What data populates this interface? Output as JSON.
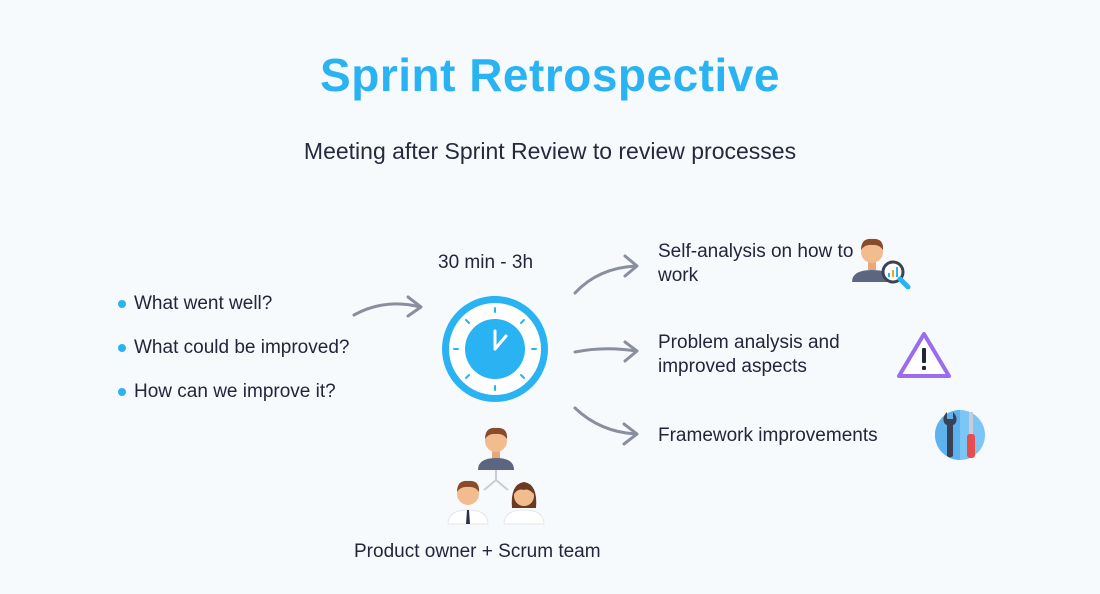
{
  "title": "Sprint Retrospective",
  "subtitle": "Meeting after Sprint Review to review processes",
  "questions": [
    {
      "text": "What went well?"
    },
    {
      "text": "What could be improved?"
    },
    {
      "text": "How can we improve it?"
    }
  ],
  "duration": "30 min - 3h",
  "team_label": "Product owner + Scrum team",
  "outcomes": [
    {
      "text": "Self-analysis on how to work",
      "icon": "person-magnifier-icon"
    },
    {
      "text": "Problem analysis and improved aspects",
      "icon": "warning-icon"
    },
    {
      "text": "Framework improvements",
      "icon": "tools-icon"
    }
  ],
  "colors": {
    "accent": "#2ab3f2",
    "arrow": "#8a8f9e",
    "warning": "#9b6cf0",
    "text": "#22263a"
  }
}
